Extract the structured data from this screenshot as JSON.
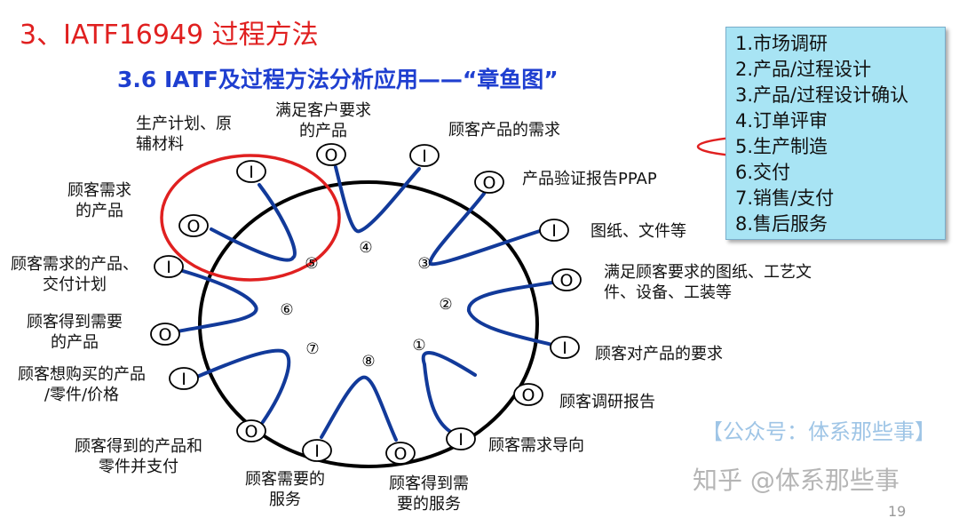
{
  "title": "3、IATF16949 过程方法",
  "subtitle": "3.6 IATF及过程方法分析应用——“章鱼图”",
  "stages": [
    "1.市场调研",
    "2.产品/过程设计",
    "3.产品/过程设计确认",
    "4.订单评审",
    "5.生产制造",
    "6.交付",
    "7.销售/支付",
    "8.售后服务"
  ],
  "highlighted_stage": "5.生产制造",
  "colors": {
    "title": "#e02020",
    "subtitle": "#1f3fd0",
    "curve": "#123a9a",
    "highlight": "#e02020",
    "stage_box": "#a8e4f4"
  },
  "io": {
    "input": "I",
    "output": "O"
  },
  "process_numbers": [
    "①",
    "②",
    "③",
    "④",
    "⑤",
    "⑥",
    "⑦",
    "⑧"
  ],
  "labels": {
    "p5_in": [
      "生产计划、原",
      "辅材料"
    ],
    "p5_out": [
      "顾客需求",
      "的产品"
    ],
    "p4_out": [
      "满足客户要求",
      "的产品"
    ],
    "p4_in": [
      "顾客产品的需求"
    ],
    "p3_out": [
      "产品验证报告PPAP"
    ],
    "p3_in": [
      "图纸、文件等"
    ],
    "p2_out": [
      "满足顾客要求的图纸、工艺文",
      "件、设备、工装等"
    ],
    "p2_in": [
      "顾客对产品的要求"
    ],
    "p1_out": [
      "顾客调研报告"
    ],
    "p1_in": [
      "顾客需求导向"
    ],
    "p8_out": [
      "顾客得到需",
      "要的服务"
    ],
    "p8_in": [
      "顾客需要的",
      "服务"
    ],
    "p7_out": [
      "顾客得到的产品和",
      "零件并支付"
    ],
    "p7_in": [
      "顾客想购买的产品",
      "/零件/价格"
    ],
    "p6_in": [
      "顾客需求的产品、",
      "交付计划"
    ],
    "p6_out": [
      "顾客得到需要",
      "的产品"
    ]
  },
  "watermark": "【公众号：体系那些事】",
  "zhihu_mark": "知乎 @体系那些事",
  "page_number": "19"
}
